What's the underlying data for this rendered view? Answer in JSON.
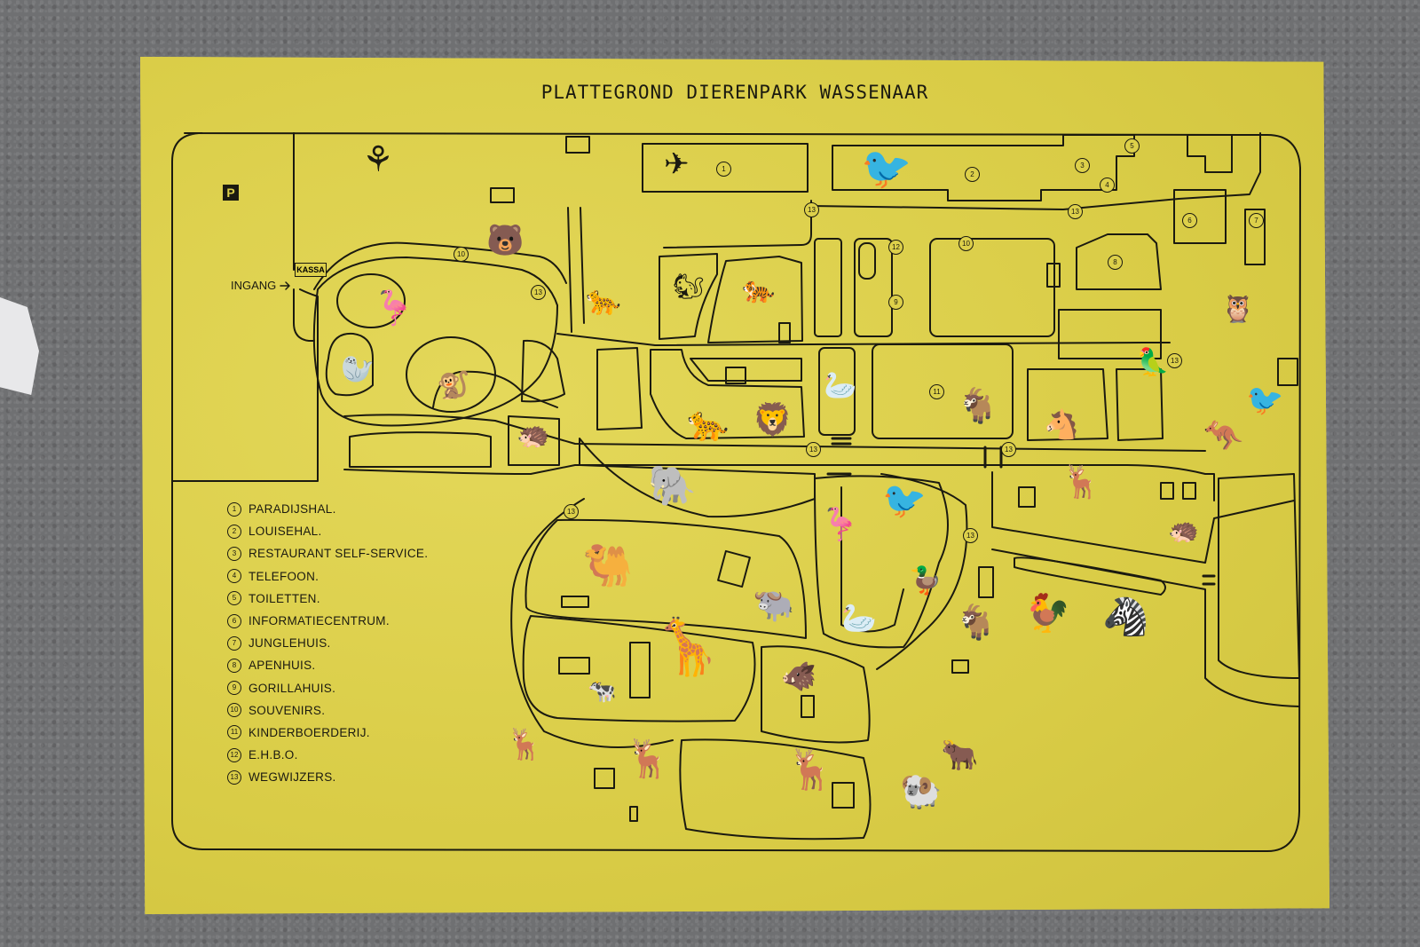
{
  "title": "PLATTEGROND DIERENPARK WASSENAAR",
  "labels": {
    "entrance": "INGANG",
    "ticket_office": "KASSA",
    "parking": "P"
  },
  "legend": [
    {
      "number": "1",
      "text": "PARADIJSHAL."
    },
    {
      "number": "2",
      "text": "LOUISEHAL."
    },
    {
      "number": "3",
      "text": "RESTAURANT SELF-SERVICE."
    },
    {
      "number": "4",
      "text": "TELEFOON."
    },
    {
      "number": "5",
      "text": "TOILETTEN."
    },
    {
      "number": "6",
      "text": "INFORMATIECENTRUM."
    },
    {
      "number": "7",
      "text": "JUNGLEHUIS."
    },
    {
      "number": "8",
      "text": "APENHUIS."
    },
    {
      "number": "9",
      "text": "GORILLAHUIS."
    },
    {
      "number": "10",
      "text": "SOUVENIRS."
    },
    {
      "number": "11",
      "text": "KINDERBOERDERIJ."
    },
    {
      "number": "12",
      "text": "E.H.B.O."
    },
    {
      "number": "13",
      "text": "WEGWIJZERS."
    }
  ],
  "map_markers": [
    "1",
    "2",
    "3",
    "4",
    "5",
    "6",
    "7",
    "8",
    "9",
    "10",
    "11",
    "12",
    "13",
    "13",
    "13",
    "13",
    "13",
    "13",
    "13",
    "13",
    "13",
    "10",
    "12"
  ],
  "animal_icons": [
    "peacock-icon",
    "hummingbird-icon",
    "toucan-icon",
    "bear-icon",
    "flamingo-icon",
    "elephant-icon",
    "camel-icon",
    "giraffe-icon",
    "lion-icon",
    "goat-icon",
    "zebra-icon",
    "ostrich-icon",
    "deer-icon",
    "pelican-icon",
    "owl-icon",
    "kangaroo-icon",
    "bison-icon",
    "ibex-icon",
    "seal-icon",
    "monkey-icon"
  ],
  "colors": {
    "sign": "#ddd04a",
    "ink": "#1b1a10",
    "stone": "#6f7072"
  }
}
